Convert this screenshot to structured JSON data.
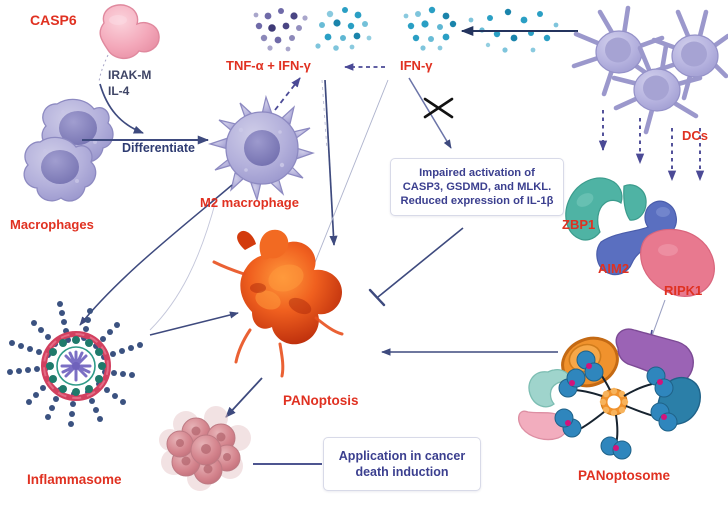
{
  "figure": {
    "type": "biological-pathway-diagram",
    "title": "PANoptosis induction by TNF-alpha and IFN-gamma with M2 macrophages, dendritic cells and PANoptosome"
  },
  "colors": {
    "label_red": "#e03121",
    "label_navy": "#3b3f8f",
    "arrow_navy": "#3e4a7e",
    "arrow_dark": "#2b3a67",
    "macrophage_fill": "#b0aed8",
    "macrophage_stroke": "#8886bd",
    "macrophage_nucleus": "#7c79b8",
    "casp6_fill": "#f4a9b8",
    "casp6_stroke": "#e08da0",
    "cytokine_purple": "#6f6aa8",
    "cytokine_cyan": "#2a9fc4",
    "panoptosis_orange": "#e8511f",
    "panoptosis_dark": "#bb2f0c",
    "zbp1": "#4fb3a4",
    "aim2": "#5a6fc0",
    "ripk1": "#e8798f",
    "tumor_pink": "#d98a92",
    "inflammasome_ring": "#d2405f",
    "inflammasome_inner": "#1f7a6b",
    "inflammasome_spoke": "#3b5280",
    "panoptosome_orange": "#f0922d",
    "panoptosome_purple": "#9b63b5",
    "panoptosome_teal": "#9fd4cc",
    "panoptosome_blue": "#2b7fa8",
    "panoptosome_node": "#2f86bd",
    "panoptosome_pink": "#f2adbe",
    "box_border": "#d8dae8",
    "background": "#ffffff"
  },
  "labels": {
    "casp6": "CASP6",
    "irakm": "IRAK-M",
    "il4": "IL-4",
    "differentiate": "Differentiate",
    "macrophages": "Macrophages",
    "m2_macrophage": "M2 macrophage",
    "tnf_ifn": "TNF-α + IFN-γ",
    "ifn_gamma": "IFN-γ",
    "dcs": "DCs",
    "zbp1": "ZBP1",
    "aim2": "AIM2",
    "ripk1": "RIPK1",
    "panoptosis": "PANoptosis",
    "panoptosome": "PANoptosome",
    "inflammasome": "Inflammasome"
  },
  "boxes": {
    "impaired": {
      "lines": [
        "Impaired activation of",
        "CASP3, GSDMD, and MLKL.",
        "Reduced expression of IL-1β"
      ],
      "text": "Impaired activation of CASP3, GSDMD, and MLKL. Reduced expression of IL-1β"
    },
    "application": {
      "lines": [
        "Application in cancer",
        "death induction"
      ],
      "text": "Application in cancer death induction"
    }
  },
  "connections": [
    {
      "from": "CASP6",
      "to": "Differentiate pathway",
      "style": "curved-arrow",
      "labels": [
        "IRAK-M",
        "IL-4"
      ]
    },
    {
      "from": "Macrophages",
      "to": "M2 macrophage",
      "style": "straight-arrow",
      "label": "Differentiate"
    },
    {
      "from": "M2 macrophage",
      "to": "TNF-α + IFN-γ",
      "style": "dashed-arrow"
    },
    {
      "from": "M2 macrophage",
      "to": "Inflammasome",
      "style": "curved-arrow"
    },
    {
      "from": "IFN-γ",
      "to": "TNF-α + IFN-γ",
      "style": "dashed-arrow"
    },
    {
      "from": "DCs",
      "to": "IFN-γ",
      "style": "straight-arrow"
    },
    {
      "from": "IFN-γ",
      "to": "Impaired activation box",
      "style": "blocked-arrow-with-X"
    },
    {
      "from": "TNF-α + IFN-γ",
      "to": "PANoptosis",
      "style": "straight-arrow"
    },
    {
      "from": "Impaired activation box",
      "to": "PANoptosis",
      "style": "inhibition-t-bar"
    },
    {
      "from": "Inflammasome",
      "to": "PANoptosis",
      "style": "straight-arrow"
    },
    {
      "from": "PANoptosome",
      "to": "PANoptosis",
      "style": "straight-arrow"
    },
    {
      "from": "PANoptosis",
      "to": "Tumor cells",
      "style": "straight-arrow"
    },
    {
      "from": "DCs",
      "to": "ZBP1/AIM2/RIPK1",
      "style": "dashed-arrows",
      "count": 4
    },
    {
      "from": "ZBP1/AIM2/RIPK1",
      "to": "PANoptosome",
      "style": "straight-arrow"
    },
    {
      "from": "Tumor cells",
      "to": "Application in cancer death induction",
      "style": "plain-line"
    }
  ]
}
